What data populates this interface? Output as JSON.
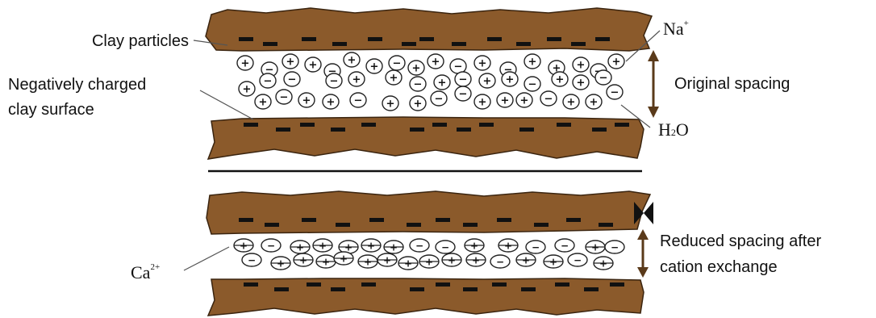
{
  "labels": {
    "clay_particles": "Clay particles",
    "neg_surface_line1": "Negatively charged",
    "neg_surface_line2": "clay surface",
    "sodium_base": "Na",
    "sodium_sup": "+",
    "original_spacing": "Original spacing",
    "water_h": "H",
    "water_sub": "2",
    "water_o": "O",
    "calcium_base": "Ca",
    "calcium_sup": "2+",
    "reduced_line1": "Reduced spacing after",
    "reduced_line2": "cation exchange"
  },
  "symbols": {
    "plus": "+",
    "minus": "−"
  },
  "colors": {
    "clay_fill": "#8b5a2b",
    "clay_stroke": "#3a240f",
    "charge_mark": "#111111",
    "arrow": "#5a3a1a",
    "separator": "#111111"
  }
}
